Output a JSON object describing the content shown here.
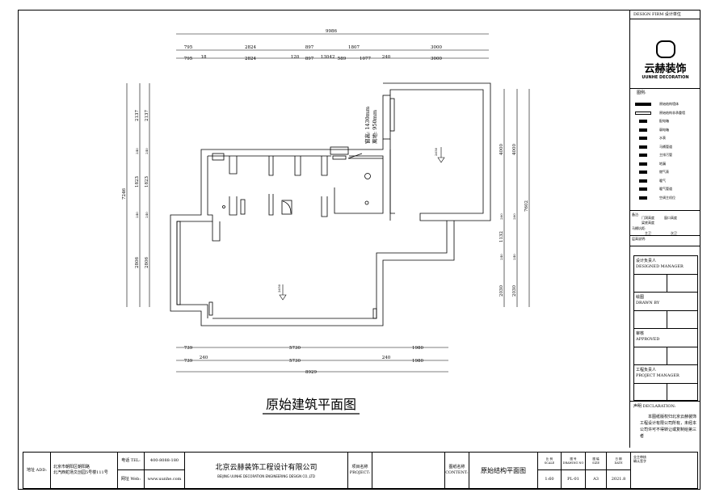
{
  "panel": {
    "design_firm": "DESIGN FIRM 设计单位",
    "logo_cn": "云赫装饰",
    "logo_en": "UUNHE DECORATION",
    "legend_title": "图例:",
    "legend": [
      "原始结构墙体",
      "原始结构非承重墙",
      "配电箱",
      "弱电箱",
      "水表",
      "马桶管道",
      "主排污管",
      "地漏",
      "燃气表",
      "暖气",
      "暖气管道",
      "空调主机位"
    ],
    "notes_label": "备注:",
    "door_height": "门洞高度",
    "window_height": "窗口高度",
    "beam_height": "梁底高度",
    "toilet_label": "马桶坑距:",
    "master_bath": "主卫",
    "second_bath": "次卫",
    "floor_height": "层高说明:",
    "roles": [
      {
        "cn": "设计负责人",
        "en": "DESIGNED MANAGER"
      },
      {
        "cn": "绘图",
        "en": "DRAWN BY"
      },
      {
        "cn": "审核",
        "en": "APPROVED"
      },
      {
        "cn": "工程负责人",
        "en": "PROJECT MANAGER"
      }
    ],
    "declaration_label": "声明 DECLARATION:",
    "declaration_text": "本图纸版权归北京云赫装饰工程设计有限公司所有，未经本公司许可不得转让或复制给第三者"
  },
  "plan": {
    "title": "原始建筑平面图",
    "window_note_1": "窗高: 1430mm",
    "window_note_2": "离地: 950mm",
    "ceiling_1": "2650",
    "ceiling_2": "2650",
    "dims_top": {
      "total": "9986",
      "row2": [
        "795",
        "2824",
        "897",
        "1807",
        "3000"
      ],
      "row3": [
        "795",
        "18",
        "2824",
        "120",
        "897",
        "130",
        "42",
        "589",
        "1077",
        "240",
        "3000"
      ]
    },
    "dims_left": {
      "total": "7246",
      "col": [
        "2137",
        "240",
        "1823",
        "240",
        "2806"
      ],
      "col2": [
        "2137",
        "240",
        "1823",
        "240",
        "2806"
      ]
    },
    "dims_right": {
      "col1": [
        "4000",
        "200",
        "1132",
        "240",
        "2030"
      ],
      "col2": [
        "4000",
        "200",
        "240",
        "2030"
      ],
      "total": "7602"
    },
    "dims_bottom": {
      "row1": [
        "739",
        "5730",
        "1980"
      ],
      "row2": [
        "739",
        "240",
        "5730",
        "240",
        "1980"
      ],
      "total": "8929"
    }
  },
  "title_block": {
    "address_label": "地址 ADD:",
    "address_1": "北京市朝阳区朝阳路",
    "address_2": "北汽西蛇场文创园5号楼111号",
    "tel_label": "电话 TEL:",
    "tel": "400-8088-180",
    "web_label": "网址 Web:",
    "web": "www.uunhe.com",
    "company_cn": "北京云赫装饰工程设计有限公司",
    "company_en": "BEIJING UUNHE DECORATION ENGINEERING DESIGN CO.,LTD",
    "project_label": "项目名称\nPROJECT:",
    "content_label": "图纸名称\nCONTENT:",
    "content": "原始结构平面图",
    "scale_label": "比 例\nSCALE",
    "scale": "1:60",
    "drawing_no_label": "图 号\nDRAWING NO",
    "drawing_no": "PL-01",
    "size_label": "图 幅\nSIZE",
    "size": "A3",
    "date_label": "日 期\nDATE",
    "date": "2021.8",
    "owner_label": "业主审核\n确认签字"
  }
}
